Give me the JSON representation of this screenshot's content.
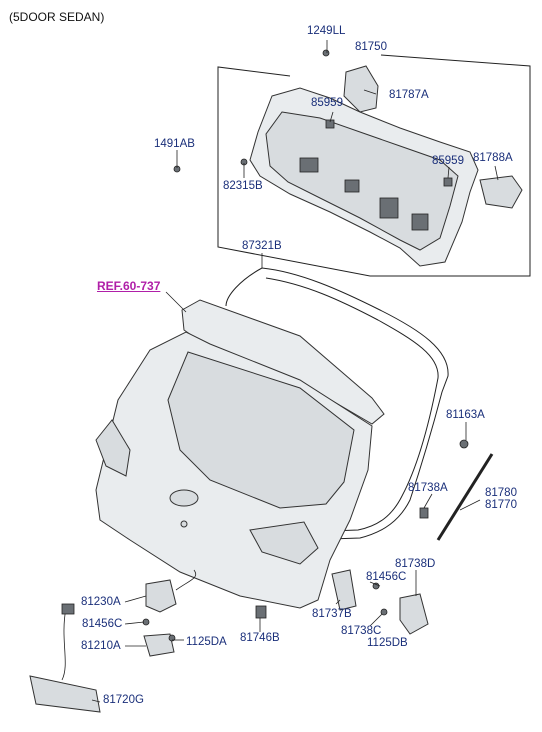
{
  "diagram": {
    "variant_label": "(5DOOR SEDAN)",
    "reference_link": "REF.60-737",
    "callouts": {
      "c1249LL": "1249LL",
      "c81750": "81750",
      "c81787A": "81787A",
      "c85959_top": "85959",
      "c1491AB": "1491AB",
      "c82315B": "82315B",
      "c85959_right": "85959",
      "c81788A": "81788A",
      "c87321B": "87321B",
      "c81163A": "81163A",
      "c81738A": "81738A",
      "c81780": "81780",
      "c81770": "81770",
      "c81738D": "81738D",
      "c81456C_right": "81456C",
      "c81737B": "81737B",
      "c81738C": "81738C",
      "c1125DB": "1125DB",
      "c81230A": "81230A",
      "c81456C_left": "81456C",
      "c81210A": "81210A",
      "c1125DA": "1125DA",
      "c81746B": "81746B",
      "c81720G": "81720G"
    }
  }
}
